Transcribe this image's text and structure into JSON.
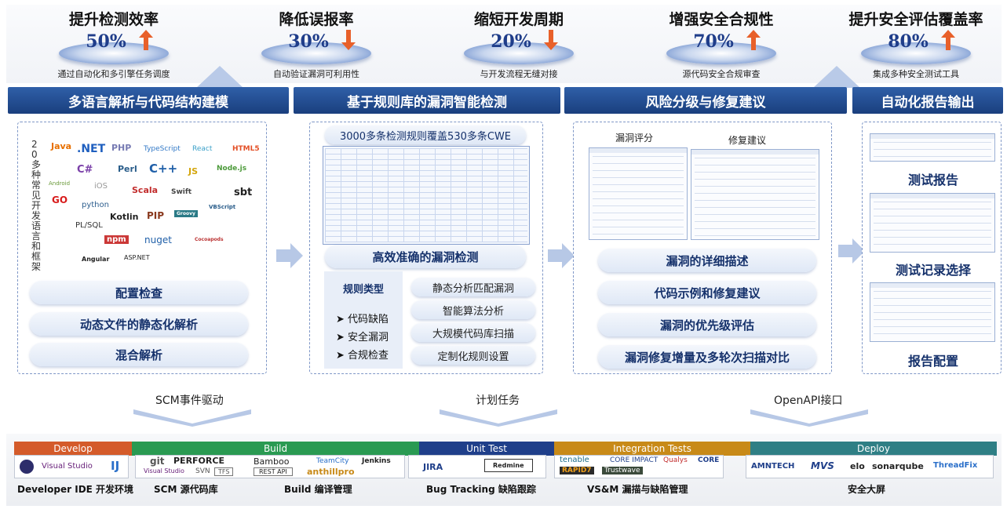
{
  "metrics": [
    {
      "title": "提升检测效率",
      "value": "50%",
      "direction": "up",
      "desc": "通过自动化和多引擎任务调度"
    },
    {
      "title": "降低误报率",
      "value": "30%",
      "direction": "down",
      "desc": "自动验证漏洞可利用性"
    },
    {
      "title": "缩短开发周期",
      "value": "20%",
      "direction": "down",
      "desc": "与开发流程无缝对接"
    },
    {
      "title": "增强安全合规性",
      "value": "70%",
      "direction": "up",
      "desc": "源代码安全合规审查"
    },
    {
      "title": "提升安全评估覆盖率",
      "value": "80%",
      "direction": "up",
      "desc": "集成多种安全测试工具"
    }
  ],
  "columns": [
    {
      "header": "多语言解析与代码结构建模"
    },
    {
      "header": "基于规则库的漏洞智能检测"
    },
    {
      "header": "风险分级与修复建议"
    },
    {
      "header": "自动化报告输出"
    }
  ],
  "col1": {
    "vertical_label": "20多种常见开发语言和框架",
    "logos": [
      "Java",
      ".NET",
      "PHP",
      "TypeScript",
      "React",
      "HTML5",
      "Android",
      "C#",
      "Perl",
      "C++",
      "JS",
      "Node.js",
      "iOS",
      "GO",
      "Scala",
      "Swift",
      "VBScript",
      "sbt",
      "python",
      "Kotlin",
      "PIP",
      "Groovy",
      "PL/SQL",
      "npm",
      "nuget",
      "Cocoapods",
      "Angular",
      "ASP.NET"
    ],
    "pills": [
      "配置检查",
      "动态文件的静态化解析",
      "混合解析"
    ]
  },
  "col2": {
    "rules_banner": "3000多条检测规则覆盖530多条CWE",
    "accuracy": "高效准确的漏洞检测",
    "rule_type_title": "规则类型",
    "rule_types": [
      "代码缺陷",
      "安全漏洞",
      "合规检查"
    ],
    "features": [
      "静态分析匹配漏洞",
      "智能算法分析",
      "大规模代码库扫描",
      "定制化规则设置"
    ]
  },
  "col3": {
    "tab_score": "漏洞评分",
    "tab_fix": "修复建议",
    "pills": [
      "漏洞的详细描述",
      "代码示例和修复建议",
      "漏洞的优先级评估",
      "漏洞修复增量及多轮次扫描对比"
    ]
  },
  "col4": {
    "items": [
      "测试报告",
      "测试记录选择",
      "报告配置"
    ]
  },
  "triggers": [
    "SCM事件驱动",
    "计划任务",
    "OpenAPI接口"
  ],
  "pipeline": {
    "stages": [
      {
        "name": "Develop",
        "color": "#d45b2a"
      },
      {
        "name": "Build",
        "color": "#2a9a52"
      },
      {
        "name": "Unit Test",
        "color": "#1f3f8a"
      },
      {
        "name": "Integration Tests",
        "color": "#c88a18"
      },
      {
        "name": "Deploy",
        "color": "#2f7f85"
      }
    ],
    "develop_tools": [
      "Visual Studio"
    ],
    "build_tools": [
      "git",
      "PERFORCE",
      "Visual Studio",
      "SVN",
      "TFS",
      "Bamboo",
      "TeamCity",
      "Jenkins",
      "REST API",
      "anthillpro"
    ],
    "unit_tools": [
      "JIRA",
      "Redmine"
    ],
    "integration_tools": [
      "tenable",
      "CORE IMPACT",
      "Qualys",
      "CORE",
      "RAPID7",
      "Trustwave"
    ],
    "deploy_tools": [
      "AMNTECH",
      "MVS",
      "elo",
      "sonarqube",
      "ThreadFix"
    ],
    "captions": [
      "Developer IDE 开发环境",
      "SCM 源代码库",
      "Build 编译管理",
      "Bug Tracking 缺陷跟踪",
      "VS&M 漏描与缺陷管理",
      "安全大屏"
    ]
  }
}
